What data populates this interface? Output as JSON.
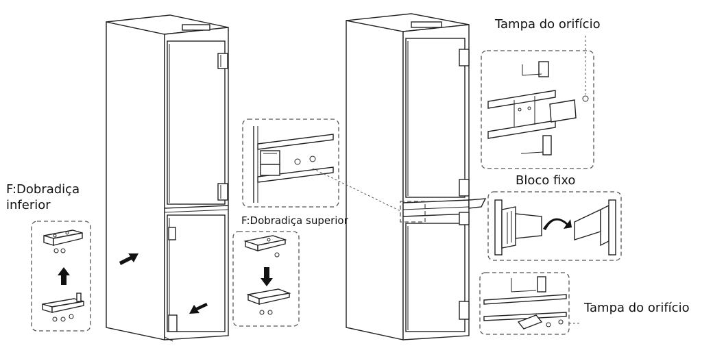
{
  "labels": {
    "lower_hinge_line1": "F:Dobradiça",
    "lower_hinge_line2": "inferior",
    "upper_hinge": "F:Dobradiça superior",
    "hole_cover_top": "Tampa do orifício",
    "fixed_block": "Bloco fixo",
    "hole_cover_bottom": "Tampa do orifício"
  },
  "icons": {
    "arrows": [
      "arrow-up-icon",
      "arrow-down-icon",
      "arrow-right-icon",
      "arrow-left-icon",
      "curved-arrow-icon"
    ]
  },
  "colors": {
    "line": "#222222",
    "dash": "#555555",
    "fill": "#ffffff"
  }
}
